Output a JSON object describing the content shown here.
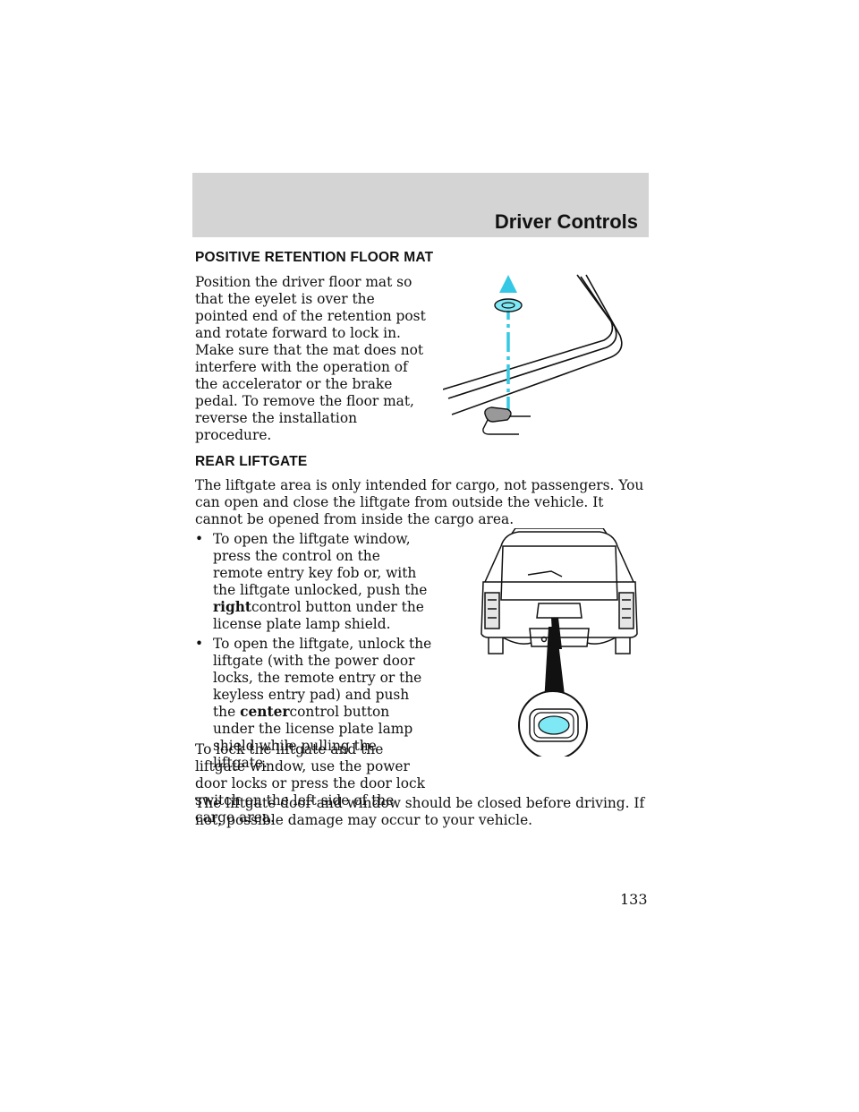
{
  "header": {
    "title": "Driver Controls"
  },
  "section1": {
    "heading": "POSITIVE RETENTION FLOOR MAT",
    "body": "Position the driver floor mat so that the eyelet is over the pointed end of the retention post and rotate forward to lock in. Make sure that the mat does not interfere with the operation of the accelerator or the brake pedal. To remove the floor mat, reverse the installation procedure."
  },
  "section2": {
    "heading": "REAR LIFTGATE",
    "intro": "The liftgate area is only intended for cargo, not passengers. You can open and close the liftgate from outside the vehicle. It cannot be opened from inside the cargo area.",
    "bullets": [
      {
        "pre": "To open the liftgate window, press the control on the remote entry key fob or, with the liftgate unlocked, push the ",
        "bold": "right",
        "post": "control button under the license plate lamp shield."
      },
      {
        "pre": "To open the liftgate, unlock the liftgate (with the power door locks, the remote entry or the keyless entry pad) and push the ",
        "bold": "center",
        "post": "control button under the license plate lamp shield while pulling the liftgate."
      }
    ],
    "lock": "To lock the liftgate and the liftgate window, use the power door locks or press the door lock switch on the left side of the cargo area.",
    "closing": "The liftgate door and window should be closed before driving. If not, possible damage may occur to your vehicle."
  },
  "page": {
    "number": "133"
  },
  "colors": {
    "header_band": "#d4d4d4",
    "accent_cyan": "#7fe8f5",
    "arrow_cyan": "#35c8e4"
  }
}
